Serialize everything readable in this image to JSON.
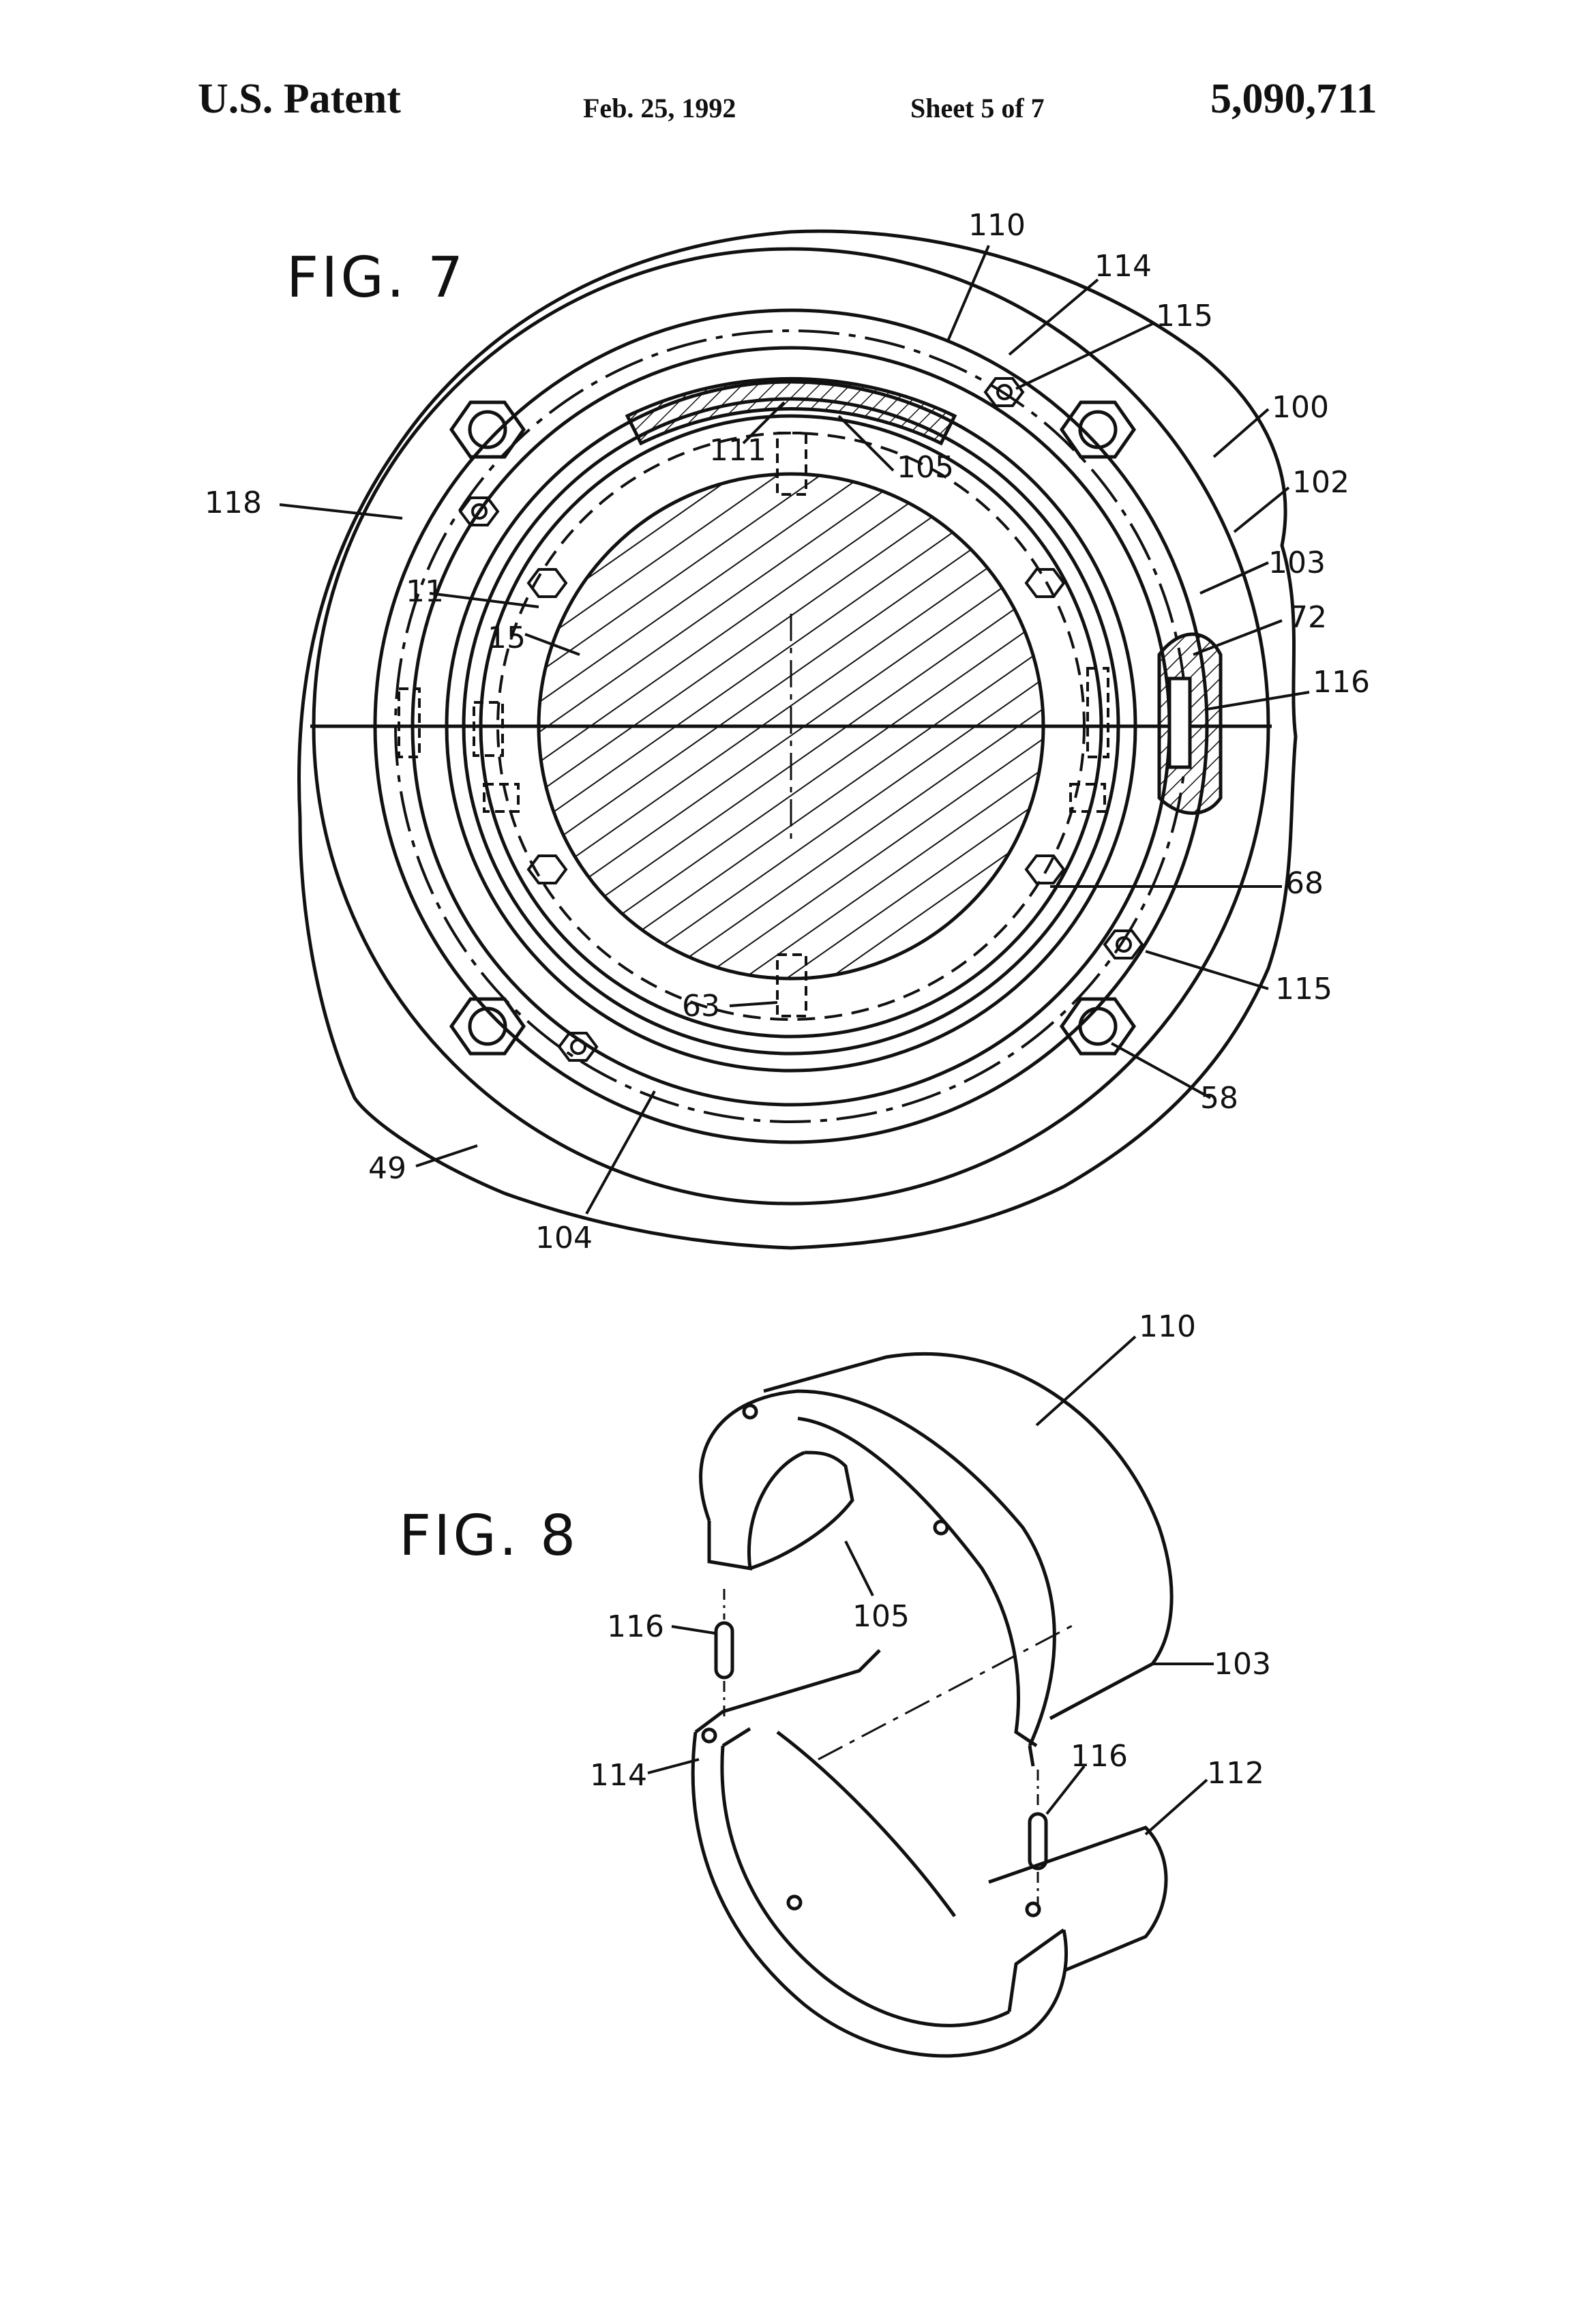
{
  "header": {
    "left": "U.S. Patent",
    "date": "Feb. 25, 1992",
    "sheet": "Sheet 5 of 7",
    "number": "5,090,711"
  },
  "figures": {
    "fig7": {
      "title": "FIG. 7",
      "refs": [
        "110",
        "114",
        "115",
        "100",
        "102",
        "103",
        "72",
        "116",
        "105",
        "111",
        "118",
        "11",
        "15",
        "68",
        "115",
        "63",
        "58",
        "49",
        "104"
      ]
    },
    "fig8": {
      "title": "FIG. 8",
      "refs": [
        "110",
        "105",
        "116",
        "103",
        "116",
        "112",
        "114"
      ]
    }
  }
}
